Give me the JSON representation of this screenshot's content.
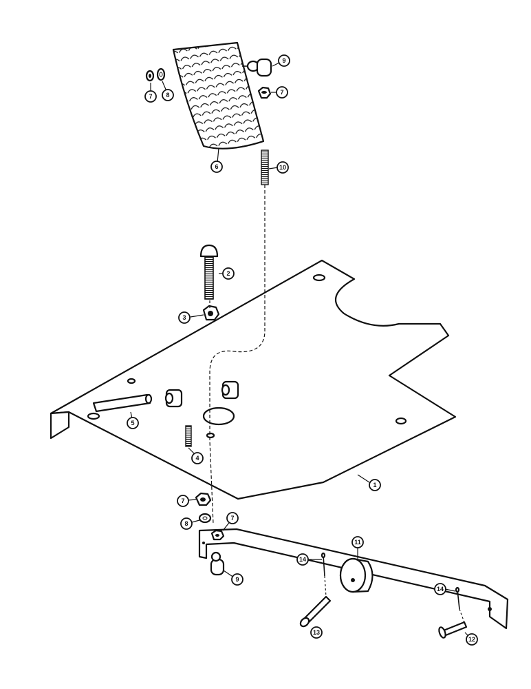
{
  "diagram": {
    "callouts": {
      "c1": "1",
      "c2": "2",
      "c3": "3",
      "c4": "4",
      "c5": "5",
      "c6": "6",
      "c7a": "7",
      "c7b": "7",
      "c7c": "7",
      "c7d": "7",
      "c8a": "8",
      "c8b": "8",
      "c9a": "9",
      "c9b": "9",
      "c10": "10",
      "c11": "11",
      "c12": "12",
      "c13": "13",
      "c14a": "14",
      "c14b": "14"
    }
  }
}
